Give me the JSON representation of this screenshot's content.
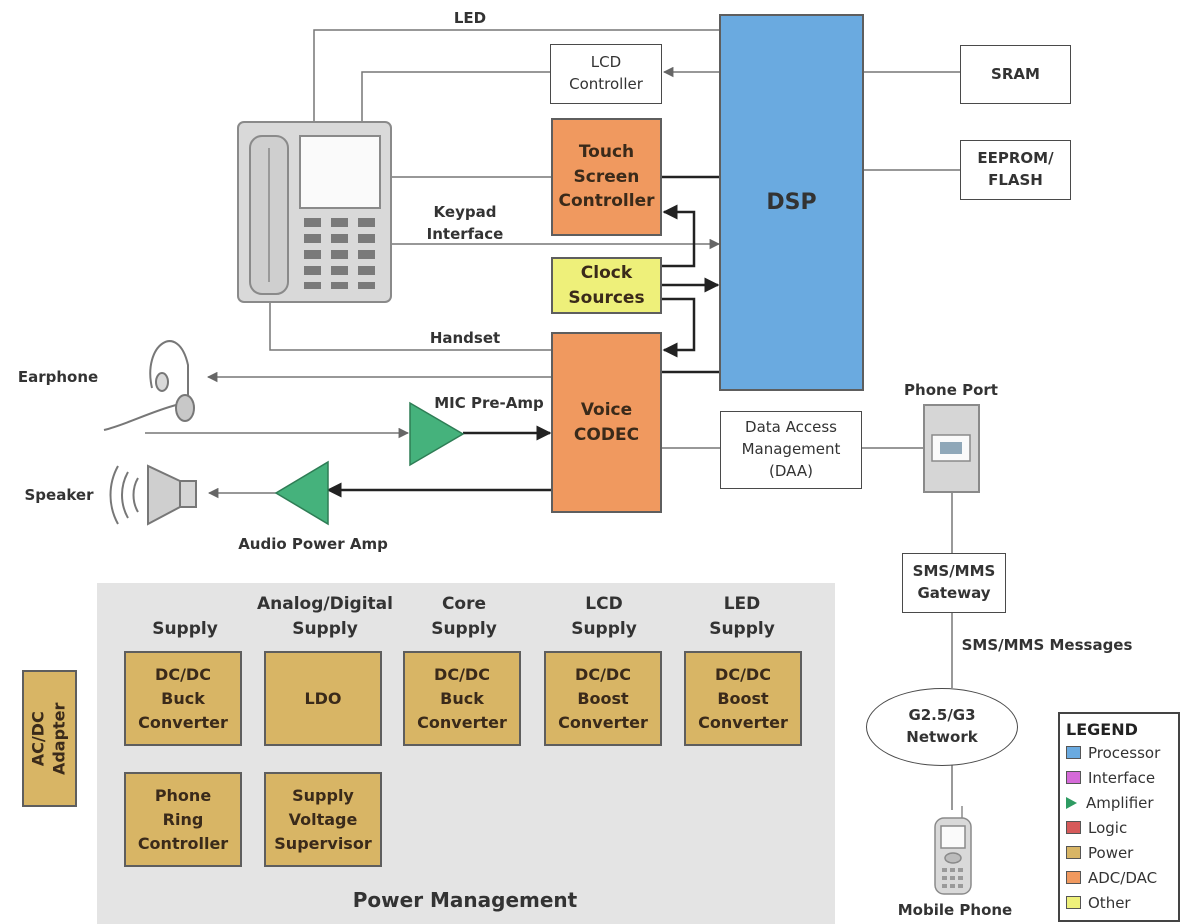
{
  "blocks": {
    "dsp": "DSP",
    "lcd_controller": "LCD\nController",
    "sram": "SRAM",
    "eeprom": "EEPROM/\nFLASH",
    "touch": "Touch\nScreen\nController",
    "clock": "Clock\nSources",
    "voice_codec": "Voice\nCODEC",
    "daa": "Data Access\nManagement\n(DAA)",
    "sms_gateway": "SMS/MMS\nGateway",
    "network": "G2.5/G3\nNetwork",
    "ac_dc": "AC/DC\nAdapter"
  },
  "labels": {
    "led": "LED",
    "keypad": "Keypad\nInterface",
    "handset": "Handset",
    "earphone": "Earphone",
    "mic_preamp": "MIC Pre-Amp",
    "speaker": "Speaker",
    "audio_amp": "Audio Power Amp",
    "phone_port": "Phone Port",
    "sms_messages": "SMS/MMS Messages",
    "mobile_phone": "Mobile Phone"
  },
  "power_management": {
    "title": "Power Management",
    "headers": [
      "Supply",
      "Analog/Digital\nSupply",
      "Core\nSupply",
      "LCD\nSupply",
      "LED\nSupply"
    ],
    "blocks": [
      "DC/DC\nBuck\nConverter",
      "LDO",
      "DC/DC\nBuck\nConverter",
      "DC/DC\nBoost\nConverter",
      "DC/DC\nBoost\nConverter",
      "Phone\nRing\nController",
      "Supply\nVoltage\nSupervisor"
    ]
  },
  "legend": {
    "title": "LEGEND",
    "items": [
      {
        "label": "Processor",
        "color": "#6aaae0",
        "kind": "swatch"
      },
      {
        "label": "Interface",
        "color": "#d56ad8",
        "kind": "swatch"
      },
      {
        "label": "Amplifier",
        "color": "#2e9b62",
        "kind": "triangle"
      },
      {
        "label": "Logic",
        "color": "#d65a5a",
        "kind": "swatch"
      },
      {
        "label": "Power",
        "color": "#d8b565",
        "kind": "swatch"
      },
      {
        "label": "ADC/DAC",
        "color": "#f0995f",
        "kind": "swatch"
      },
      {
        "label": "Other",
        "color": "#eef07a",
        "kind": "swatch"
      }
    ]
  }
}
